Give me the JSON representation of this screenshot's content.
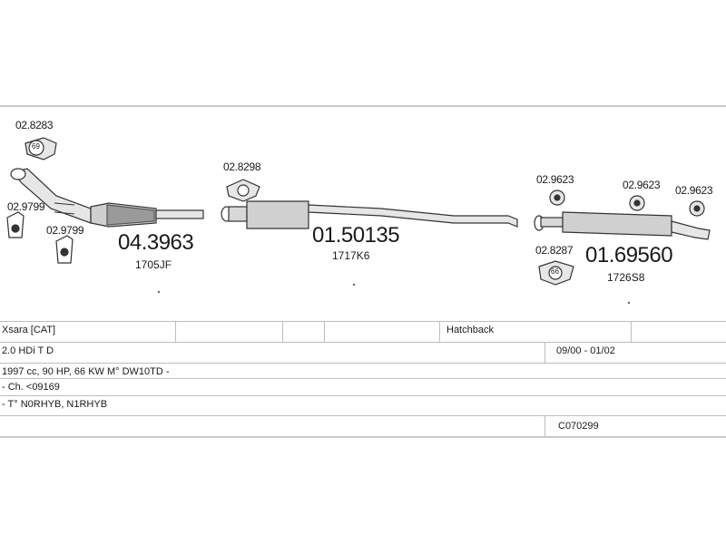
{
  "parts": {
    "clamp_a": "02.8283",
    "clamp_a_badge": "69",
    "mount_a": "02.9799",
    "mount_b": "02.9799",
    "front_part": "04.3963",
    "front_sub": "1705JF",
    "clamp_b": "02.8298",
    "middle_part": "01.50135",
    "middle_sub": "1717K6",
    "rubber_a": "02.9623",
    "rubber_b": "02.9623",
    "rubber_c": "02.9623",
    "clamp_c": "02.8287",
    "clamp_c_badge": "66",
    "rear_part": "01.69560",
    "rear_sub": "1726S8"
  },
  "vehicle": {
    "model": "Xsara  [CAT]",
    "body_type": "Hatchback",
    "engine": "2.0 HDi T D",
    "period": "09/00 - 01/02",
    "spec": "1997 cc, 90 HP, 66 KW M° DW10TD -",
    "chassis": "- Ch. <09169",
    "type_codes": "- T° N0RHYB, N1RHYB",
    "ref_code": "C070299"
  },
  "icons": {
    "car": "car-icon",
    "clamp": "clamp-icon",
    "rubber_mount": "rubber-mount-icon",
    "hanger": "hanger-icon"
  }
}
